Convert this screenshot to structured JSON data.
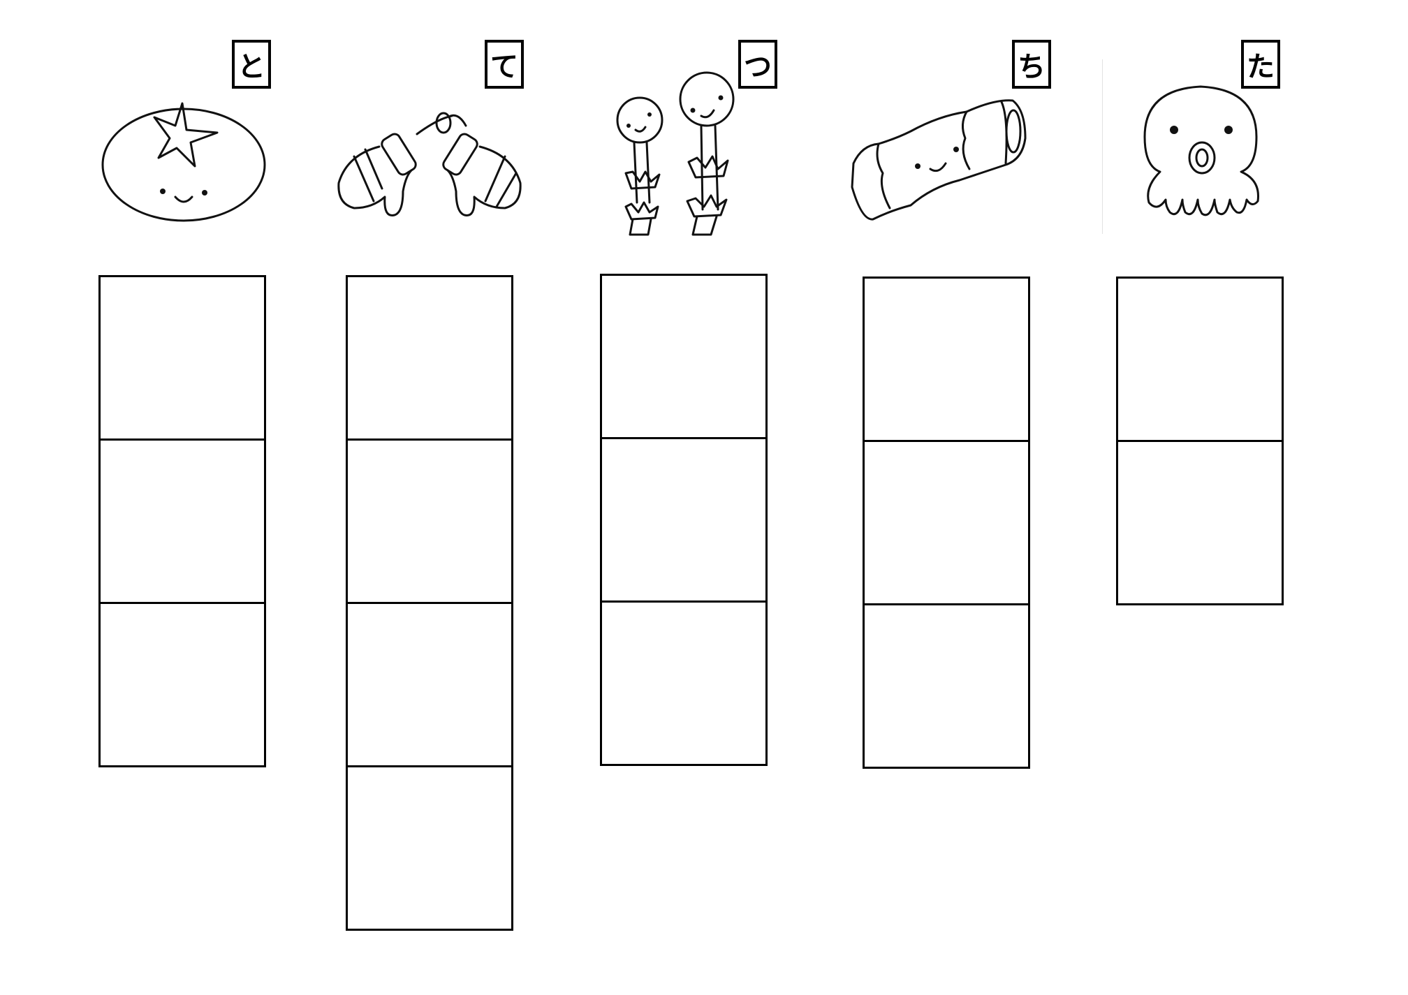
{
  "worksheet": {
    "items": [
      {
        "id": "tomato",
        "label": "と",
        "picture": "tomato-picture",
        "boxes": 3
      },
      {
        "id": "mittens",
        "label": "て",
        "picture": "mittens-picture",
        "boxes": 4
      },
      {
        "id": "tsukushi",
        "label": "つ",
        "picture": "tsukushi-picture",
        "boxes": 3
      },
      {
        "id": "chikuwa",
        "label": "ち",
        "picture": "chikuwa-picture",
        "boxes": 3
      },
      {
        "id": "octopus",
        "label": "た",
        "picture": "octopus-picture",
        "boxes": 2
      }
    ]
  }
}
